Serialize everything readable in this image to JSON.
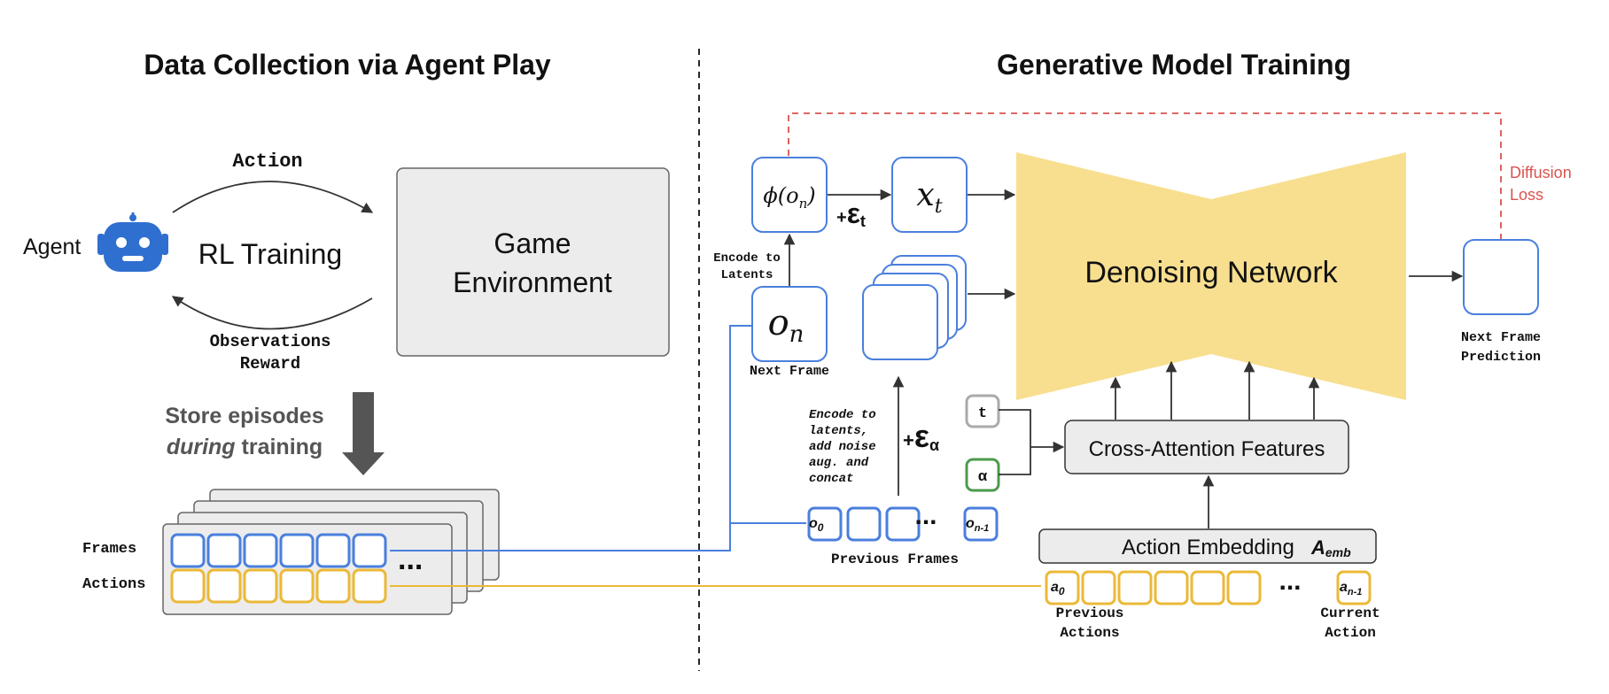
{
  "left_section": {
    "title": "Data Collection via Agent Play",
    "agent_label": "Agent",
    "action_label": "Action",
    "rl_training_label": "RL Training",
    "observations_label": "Observations",
    "reward_label": "Reward",
    "environment_line1": "Game",
    "environment_line2": "Environment",
    "store_line1": "Store episodes",
    "store_line2_italic": "during",
    "store_line2_rest": " training",
    "frames_label": "Frames",
    "actions_label": "Actions",
    "ellipsis": "..."
  },
  "right_section": {
    "title": "Generative Model Training",
    "diffusion_loss_line1": "Diffusion",
    "diffusion_loss_line2": "Loss",
    "phi_label": "ϕ(o",
    "phi_sub": "n",
    "phi_close": ")",
    "xt_label": "x",
    "xt_sub": "t",
    "eps_t_plus": "+",
    "eps_t_symbol": "ε",
    "eps_t_sub": "t",
    "encode_latents_line1": "Encode to",
    "encode_latents_line2": "Latents",
    "on_label": "o",
    "on_sub": "n",
    "next_frame_label": "Next Frame",
    "denoising_label": "Denoising Network",
    "next_frame_prediction_line1": "Next Frame",
    "next_frame_prediction_line2": "Prediction",
    "encode_noise_lines": [
      "Encode to",
      "latents,",
      "add noise",
      "aug. and",
      "concat"
    ],
    "eps_alpha_plus": "+",
    "eps_alpha_symbol": "ε",
    "eps_alpha_sub": "α",
    "t_box_label": "t",
    "alpha_box_label": "α",
    "cross_attention_label": "Cross-Attention Features",
    "action_embedding_label": "Action Embedding",
    "a_emb_main": "A",
    "a_emb_sub": "emb",
    "prev_frame_first_main": "o",
    "prev_frame_first_sub": "0",
    "prev_frame_last_main": "o",
    "prev_frame_last_sub": "n-1",
    "previous_frames_label": "Previous Frames",
    "action_first_main": "a",
    "action_first_sub": "0",
    "action_last_main": "a",
    "action_last_sub": "n-1",
    "dots": "...",
    "previous_actions_line1": "Previous",
    "previous_actions_line2": "Actions",
    "current_action_line1": "Current",
    "current_action_line2": "Action"
  },
  "colors": {
    "frame_blue": "#4a7fdd",
    "action_yellow": "#ebb938",
    "denoiser_yellow": "#f8df8f",
    "loss_red": "#d9534f",
    "t_gray": "#aaaaaa",
    "alpha_green": "#4c9a4c",
    "box_gray": "#ececec",
    "arrow_gray": "#555555",
    "robot_blue": "#2f6fcf"
  }
}
